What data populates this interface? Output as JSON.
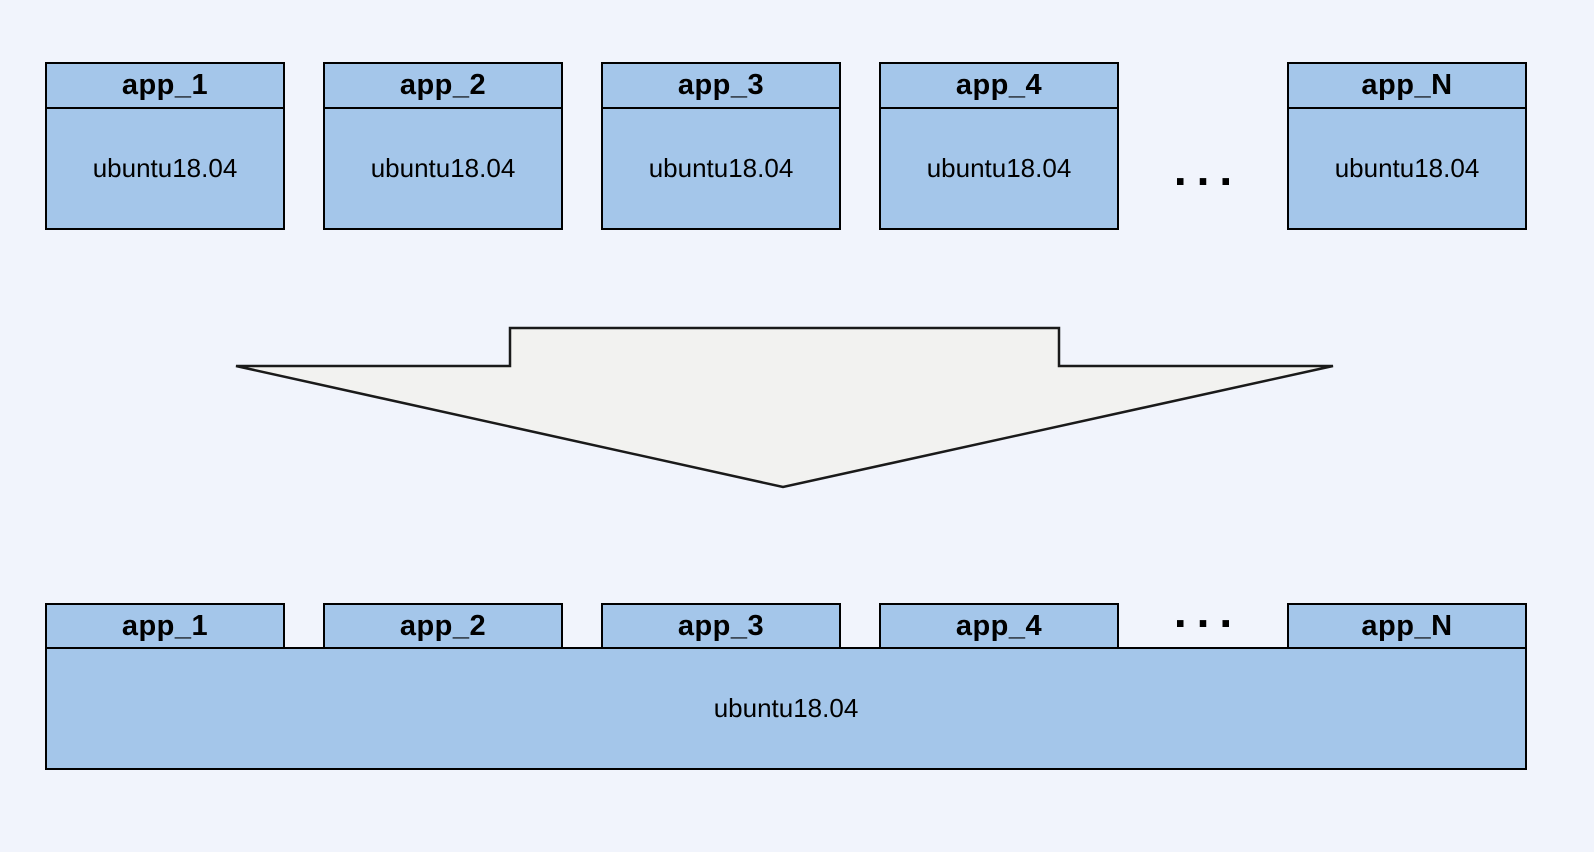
{
  "colors": {
    "background": "#f1f4fc",
    "box_fill": "#a4c6ea",
    "box_border": "#000000",
    "arrow_fill": "#f2f2f0",
    "arrow_border": "#1a1a1a",
    "text": "#000000"
  },
  "top_row": {
    "boxes": [
      {
        "name": "app_1",
        "os": "ubuntu18.04"
      },
      {
        "name": "app_2",
        "os": "ubuntu18.04"
      },
      {
        "name": "app_3",
        "os": "ubuntu18.04"
      },
      {
        "name": "app_4",
        "os": "ubuntu18.04"
      },
      {
        "name": "app_N",
        "os": "ubuntu18.04"
      }
    ],
    "ellipsis": "..."
  },
  "bottom_row": {
    "apps": [
      {
        "name": "app_1"
      },
      {
        "name": "app_2"
      },
      {
        "name": "app_3"
      },
      {
        "name": "app_4"
      },
      {
        "name": "app_N"
      }
    ],
    "ellipsis": "...",
    "os": "ubuntu18.04"
  }
}
